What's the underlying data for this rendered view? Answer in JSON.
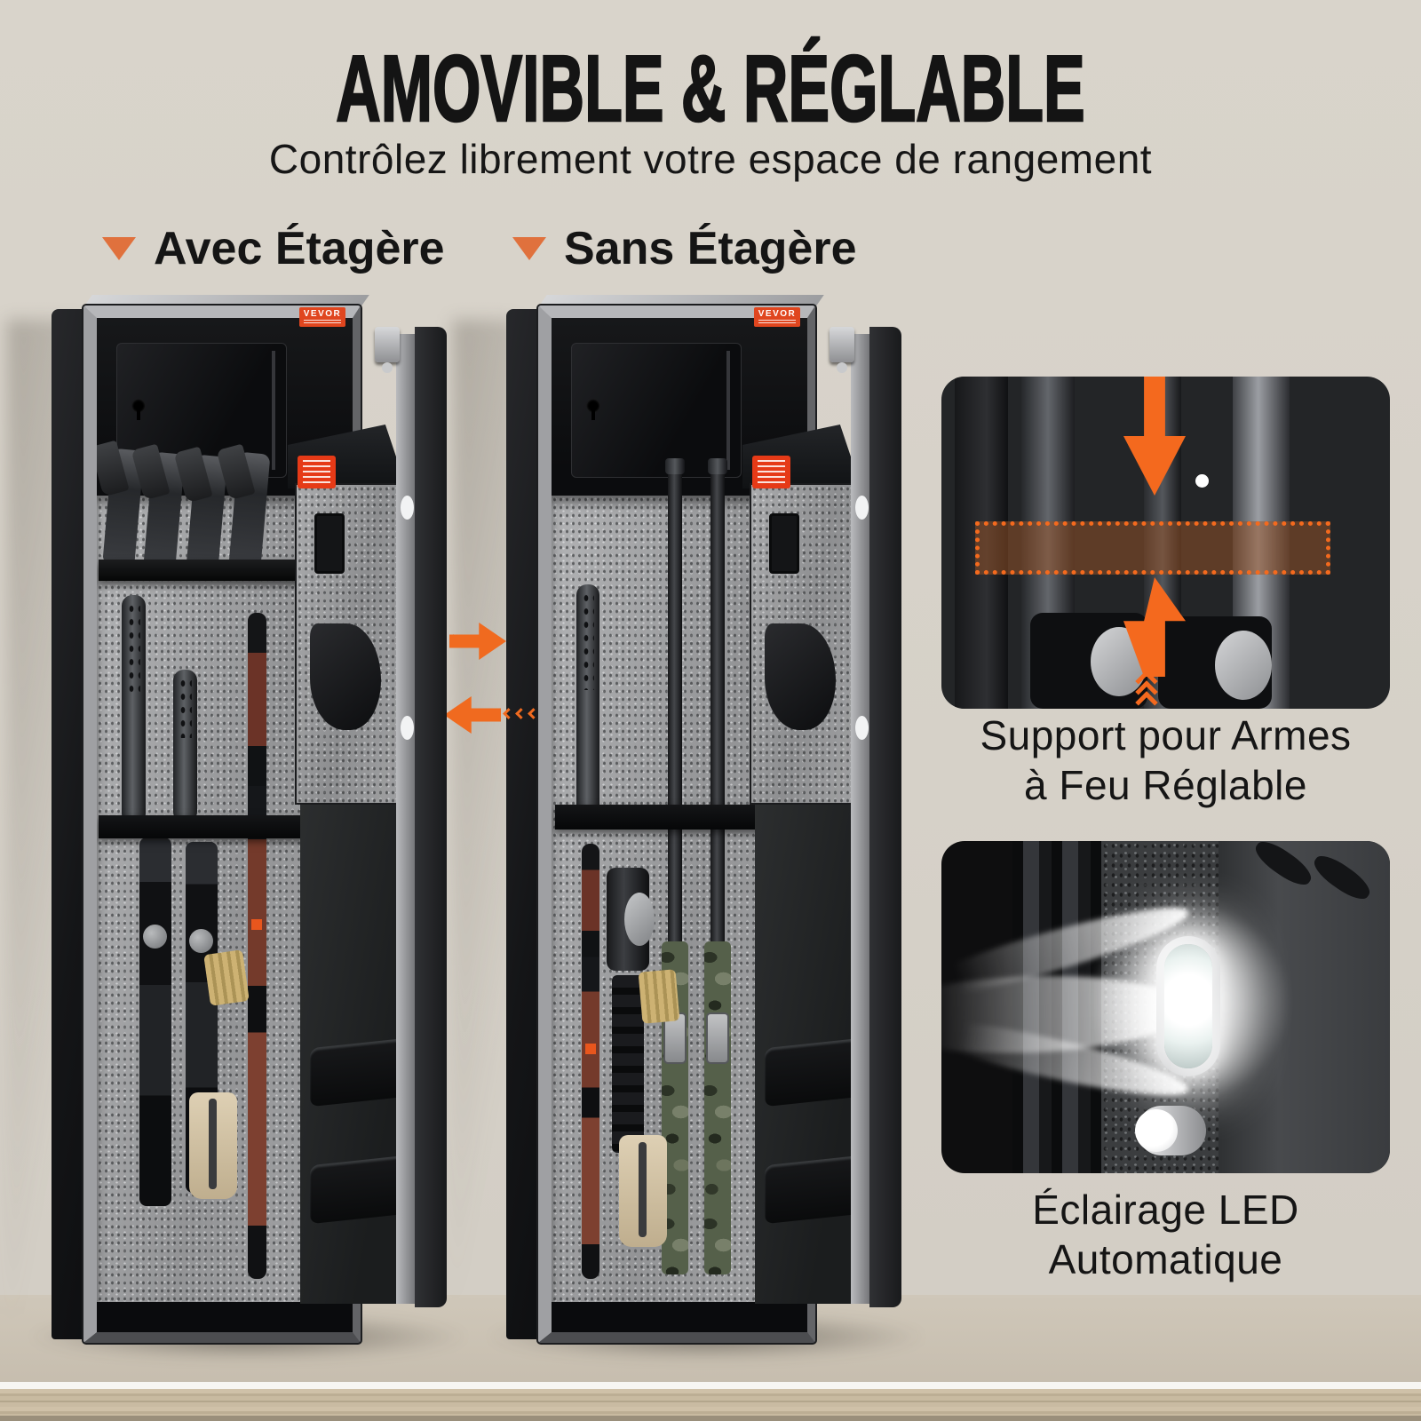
{
  "header": {
    "title": "AMOVIBLE & RÉGLABLE",
    "subtitle": "Contrôlez librement votre espace de rangement"
  },
  "comparison": {
    "with_shelf_label": "Avec Étagère",
    "without_shelf_label": "Sans Étagère"
  },
  "brand": "VEVOR",
  "features": [
    {
      "caption_line1": "Support pour Armes",
      "caption_line2": "à Feu Réglable"
    },
    {
      "caption_line1": "Éclairage LED",
      "caption_line2": "Automatique"
    }
  ],
  "icons": {
    "label_marker": "triangle-down-icon",
    "swap_right": "arrow-right-icon",
    "swap_left": "arrow-left-icon",
    "rack_adjust_down": "arrow-down-icon",
    "rack_adjust_up": "arrow-up-icon"
  },
  "colors": {
    "accent_orange": "#F06A1F",
    "marker_orange": "#E0713D",
    "wall": "#D6D1C8",
    "floor": "#C6BDAE",
    "baseboard_wood": "#C9BBA2",
    "text": "#151515",
    "safe_body": "#1A1B1D",
    "felt_interior": "#A7A8AA",
    "warning_red": "#E63A17",
    "brand_red": "#E0461F"
  }
}
